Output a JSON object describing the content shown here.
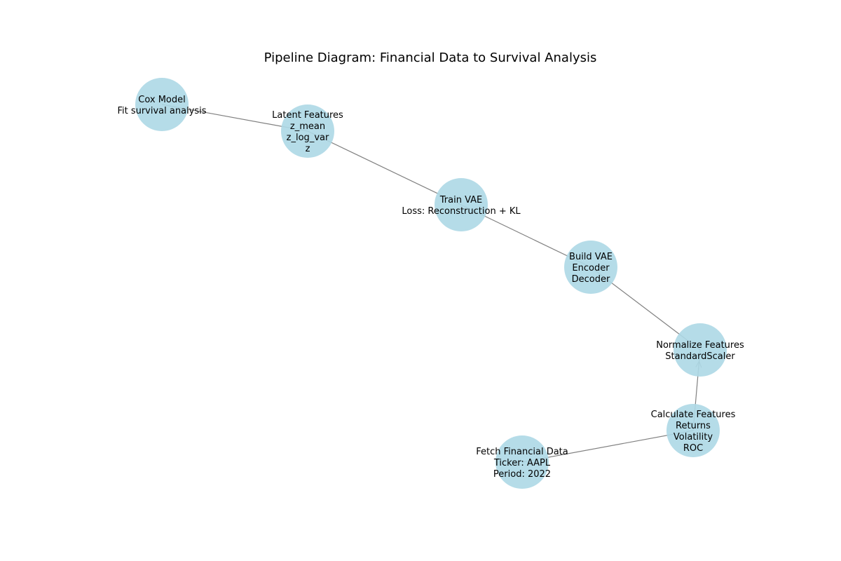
{
  "title": "Pipeline Diagram: Financial Data to Survival Analysis",
  "colors": {
    "node_fill": "#add8e6",
    "edge": "#808080",
    "text": "#000000"
  },
  "nodes": [
    {
      "id": "fetch",
      "lines": [
        "Fetch Financial Data",
        "Ticker: AAPL",
        "Period: 2022"
      ]
    },
    {
      "id": "features",
      "lines": [
        "Calculate Features",
        "Returns",
        "Volatility",
        "ROC"
      ]
    },
    {
      "id": "normalize",
      "lines": [
        "Normalize Features",
        "StandardScaler"
      ]
    },
    {
      "id": "build",
      "lines": [
        "Build VAE",
        "Encoder",
        "Decoder"
      ]
    },
    {
      "id": "train",
      "lines": [
        "Train VAE",
        "Loss: Reconstruction + KL"
      ]
    },
    {
      "id": "latent",
      "lines": [
        "Latent Features",
        "z_mean",
        "z_log_var",
        "z"
      ]
    },
    {
      "id": "cox",
      "lines": [
        "Cox Model",
        "Fit survival analysis"
      ]
    }
  ],
  "edges": [
    {
      "from": "fetch",
      "to": "features"
    },
    {
      "from": "features",
      "to": "normalize"
    },
    {
      "from": "normalize",
      "to": "build"
    },
    {
      "from": "build",
      "to": "train"
    },
    {
      "from": "train",
      "to": "latent"
    },
    {
      "from": "latent",
      "to": "cox"
    }
  ]
}
